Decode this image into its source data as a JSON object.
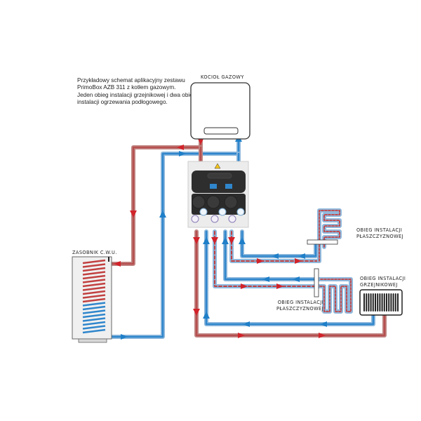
{
  "description": {
    "lines": [
      "Przykładowy schemat aplikacyjny zestawu",
      "PrimoBox AZB 311 z kotłem gazowym.",
      "Jeden obieg instalacji grzejnikowej i dwa obiegi",
      "instalacji ogrzewania podłogowego."
    ]
  },
  "labels": {
    "boiler": "KOCIOŁ GAZOWY",
    "tank": "ZASOBNIK C.W.U.",
    "floor_circuit_1": [
      "OBIEG INSTALACJI",
      "PŁASZCZYZNOWEJ"
    ],
    "floor_circuit_2": [
      "OBIEG INSTALACJI",
      "PŁASZCZYZNOWEJ"
    ],
    "radiator_circuit": [
      "OBIEG INSTALACJI",
      "GRZEJNIKOWEJ"
    ]
  },
  "colors": {
    "supply": "#d2232a",
    "supply_pipe": "#b5605e",
    "return": "#1f7fc8",
    "return_pipe": "#4c93c9",
    "module_body": "#2e2e2e",
    "outline": "#333333"
  }
}
